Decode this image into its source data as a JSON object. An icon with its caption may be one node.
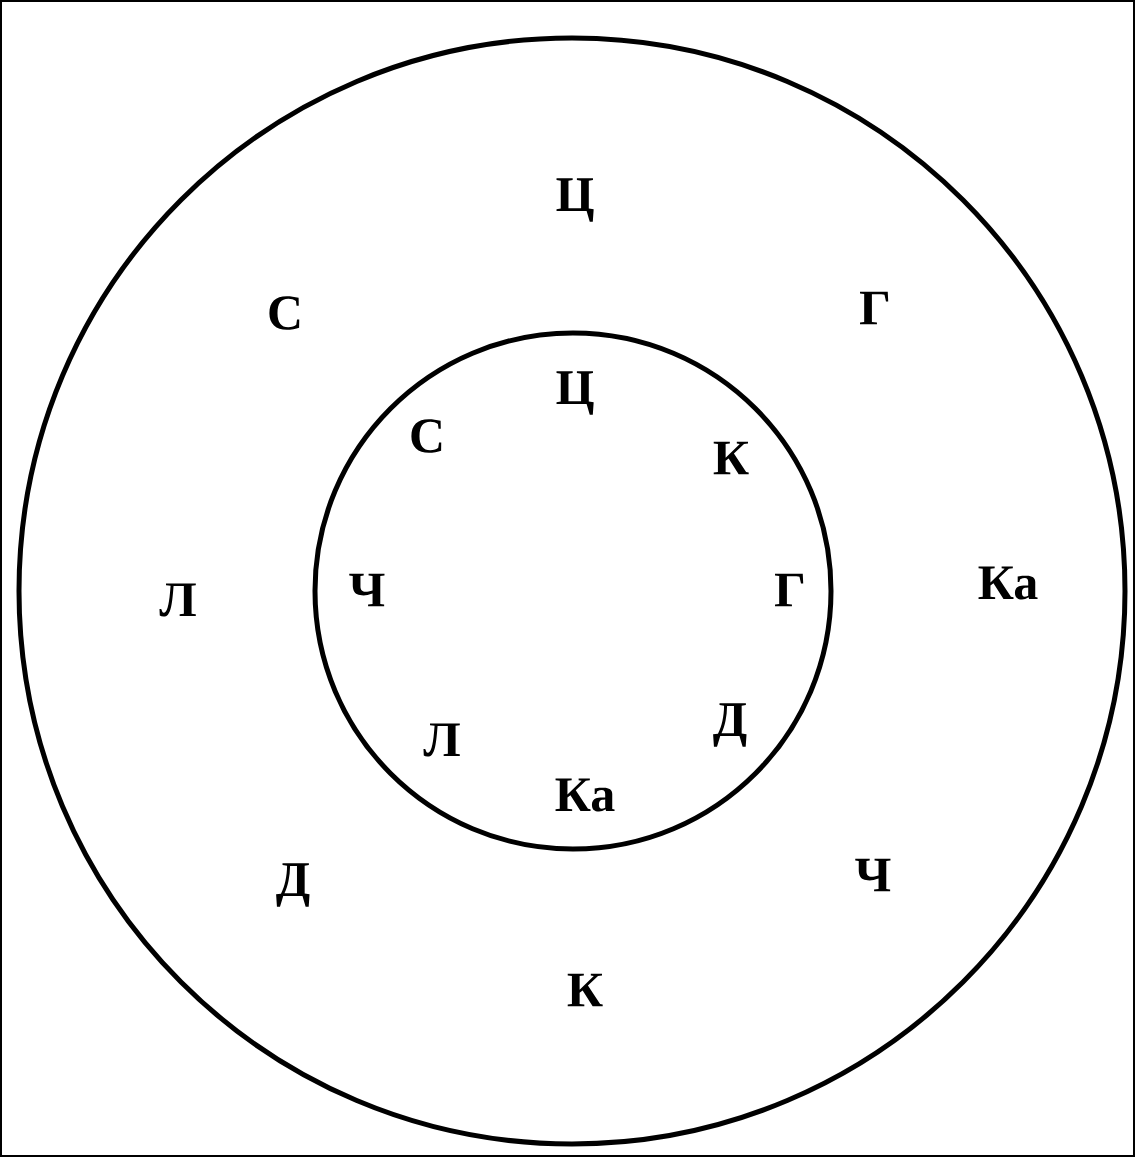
{
  "diagram": {
    "nodes": [
      {
        "text": [
          "Ц",
          "Г",
          "Ка",
          "Ч",
          "К",
          "Д",
          "Л",
          "С"
        ]
      },
      {
        "text": [
          "Ц",
          "К",
          "Г",
          "Д",
          "Ка",
          "Л",
          "Ч",
          "С"
        ],
        "in": 0
      }
    ]
  }
}
